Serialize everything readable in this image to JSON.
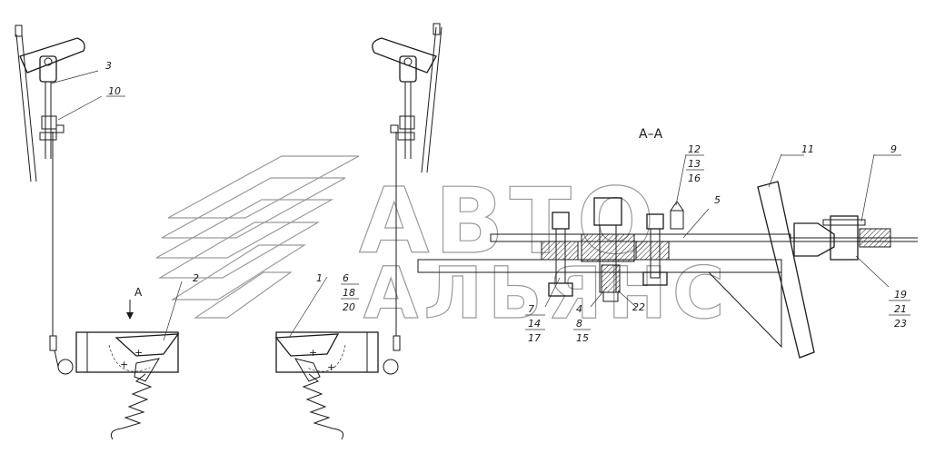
{
  "section_title": "А–А",
  "view_arrow": "А",
  "watermark": {
    "line1": "АВТО",
    "line2": "АЛЬЯНС"
  },
  "callouts": {
    "c3": "3",
    "c10": "10",
    "c2": "2",
    "c6": "6",
    "c18": "18",
    "c20": "20",
    "c1": "1",
    "c12": "12",
    "c13": "13",
    "c16": "16",
    "c5": "5",
    "c11": "11",
    "c9": "9",
    "c7": "7",
    "c14": "14",
    "c17": "17",
    "c4": "4",
    "c8": "8",
    "c15": "15",
    "c22": "22",
    "c19": "19",
    "c21": "21",
    "c23": "23"
  }
}
